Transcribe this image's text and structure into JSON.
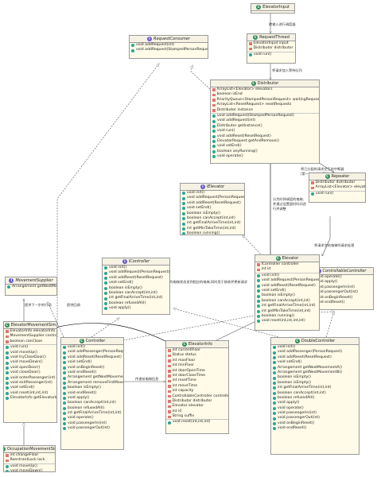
{
  "classes": {
    "elevator_input": {
      "kind": "C",
      "name": "ElevatorInput",
      "fields": [],
      "methods": []
    },
    "request_thread": {
      "kind": "C",
      "name": "RequestThread",
      "fields": [
        "ElevatorInput input",
        "Distributor distributor"
      ],
      "methods": [
        "void run()"
      ]
    },
    "request_consumer": {
      "kind": "I",
      "name": "RequestConsumer",
      "fields": [],
      "methods": [
        "void addRequest(int)",
        "void addRequest(StampedPersonRequest)"
      ]
    },
    "distributor": {
      "kind": "C",
      "name": "Distributor",
      "fields": [
        "ArrayList<Elevator> elevators",
        "boolean isEnd",
        "PriorityQueue<StampedPersonRequest> waitingRequest",
        "ArrayList<ResetRequest> resetRequests",
        "Distributor instance"
      ],
      "methods": [
        "void addRequest(StampedPersonRequest)",
        "void addRequest(int)",
        "Distributor getInstance()",
        "void run()",
        "void addReset(ResetRequest)",
        "ElevatorRequest getAndRemove()",
        "void setEnd()",
        "boolean anyRunning()",
        "void operate()"
      ]
    },
    "repeater": {
      "kind": "C",
      "name": "Repeater",
      "fields": [
        "Distributor distributor",
        "ArrayList<Elevator> elevators"
      ],
      "methods": [
        "void run()"
      ]
    },
    "ielevator": {
      "kind": "I",
      "name": "IElevator",
      "fields": [],
      "methods": [
        "void init()",
        "void addRequest(PersonRequest)",
        "void addReset(ResetRequest)",
        "void setEnd()",
        "boolean isEmpty()",
        "boolean canAccept(int,int)",
        "int getFinalArriveTime(int,int)",
        "int getMinTakeTime(int,int)",
        "boolean running()"
      ]
    },
    "icontroller": {
      "kind": "I",
      "name": "IController",
      "fields": [],
      "methods": [
        "void init()",
        "void addRequest(PersonRequest)",
        "void addReset(ResetRequest)",
        "void setEnd()",
        "boolean isEmpty()",
        "boolean canAccept(int,int)",
        "int getFinalArriveTime(int,int)",
        "boolean refusedAll()",
        "void apply()"
      ]
    },
    "movement_supplier": {
      "kind": "I",
      "name": "MovementSupplier",
      "fields": [],
      "methods": [
        "Arrangement getNextMovement()"
      ]
    },
    "controllable_controller": {
      "kind": "I",
      "name": "ControllableController",
      "fields": [],
      "methods": [
        "void operate()",
        "void apply()",
        "void passengerIn(int)",
        "void passengerOut(int)",
        "void onBeginReset()",
        "void endReset()"
      ]
    },
    "elevator": {
      "kind": "C",
      "name": "Elevator",
      "fields": [
        "IController controller",
        "int id"
      ],
      "methods": [
        "void init()",
        "void addRequest(PersonRequest)",
        "void addReset(ResetRequest)",
        "void setEnd()",
        "boolean isEmpty()",
        "boolean canAccept(int,int)",
        "int getFinalArriveTime(int,int)",
        "int getMinTakeTime(int,int)",
        "boolean running()",
        "void reset(int,int,int,int)"
      ]
    },
    "elevator_movement_sim": {
      "kind": "C",
      "name": "ElevatorMovementSim",
      "fields": [
        "ElevatorInfo elevatorInfo",
        "MovementSupplier controller",
        "boolean canClose"
      ],
      "methods": [
        "void run()",
        "void moveUp()",
        "void tryCloseDoor()",
        "void moveDown()",
        "void openDoor()",
        "void closeDoor()",
        "void enterPassenger(int)",
        "void exitPassenger(int)",
        "void setEnd()",
        "void reset(int,int,int)",
        "ElevatorInfo getElevatorInfo()"
      ]
    },
    "controller": {
      "kind": "C",
      "name": "Controller",
      "fields": [],
      "methods": [
        "void init()",
        "void addPassenger(PersonRequest)",
        "void addReset(ResetRequest)",
        "void setEnd()",
        "void onBeginReset()",
        "void endReset()",
        "Arrangement getNextMovement()",
        "Arrangement removeFirstMovement()",
        "boolean isEmpty()",
        "void endReset()",
        "void apply()",
        "boolean canAccept(int,int)",
        "boolean refusedAll()",
        "int getFinalArriveTime(int,int)",
        "void operate()",
        "void passengerIn(int)",
        "void passengerOut(int)"
      ]
    },
    "elevator_info": {
      "kind": "C",
      "name": "ElevatorInfo",
      "fields": [
        "int currentFloor",
        "Status status",
        "int maxFloor",
        "int minFloor",
        "int doorOpenTime",
        "int doorCloseTime",
        "int resetTime",
        "int moveTime",
        "int capacity",
        "ControllableController controller",
        "Distributor distributor",
        "Elevator elevator",
        "int id",
        "String suffix"
      ],
      "methods": [
        "void reset(int,int,int)"
      ]
    },
    "double_controller": {
      "kind": "C",
      "name": "DoubleController",
      "fields": [],
      "methods": [
        "void init()",
        "void addPassenger(PersonRequest)",
        "void addReset(ResetRequest)",
        "void setEnd()",
        "Arrangement getNextMovementA()",
        "Arrangement getNextMovementB()",
        "boolean isEmpty()",
        "boolean isEmpty()",
        "int getFinalArriveTime(int,int)",
        "boolean canAccept(int,int)",
        "boolean refusedAll()",
        "void apply()",
        "void operate()",
        "void passengerIn(int)",
        "void passengerOut(int)",
        "void onBeginReset()",
        "void endReset()"
      ]
    },
    "occupation_movement_sim": {
      "kind": "C",
      "name": "OccupationMovementSim",
      "fields": [
        "int changeFloor",
        "ReentrantLock lock"
      ],
      "methods": [
        "void moveUp()",
        "void moveDown()"
      ]
    }
  },
  "notes": {
    "n1": "跨输入进行调度器",
    "n2": "将请求加入等待队列",
    "n3": "将已分配的请求交互给中断器\n(第一次作业使用的)",
    "n4": "分为时钟调度的电梯,\n并通过设置超时时间进\n行并调整",
    "n5": "将请求交给电梯的请求处理",
    "n6": "将新的电梯状态发到相应的电梯,同时用于接收并更新请求",
    "n7": "提供下一步的行动",
    "n8": "提供回调",
    "n9": "传递给电梯信息"
  },
  "colors": {
    "fill": "#fffbe8",
    "border": "#9a9a9a",
    "class_badge": "#2e8b57",
    "interface_badge": "#6a5acd"
  }
}
